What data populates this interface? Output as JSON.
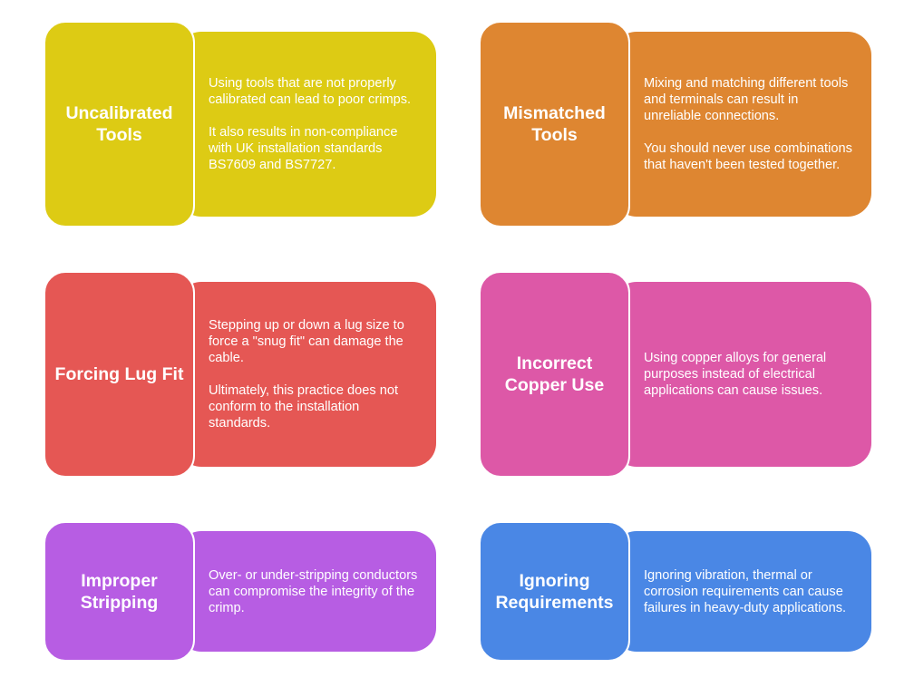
{
  "cards": [
    {
      "title": "Uncalibrated Tools",
      "lines": [
        "Using tools that are not properly calibrated can lead to poor crimps.",
        "It also results in non-compliance with UK installation standards BS7609 and BS7727."
      ],
      "color": "#DDCB14"
    },
    {
      "title": "Mismatched Tools",
      "lines": [
        "Mixing and matching different tools and terminals can result in unreliable connections.",
        "You should never use combinations that haven't been tested together."
      ],
      "color": "#DE8631"
    },
    {
      "title": "Forcing Lug Fit",
      "lines": [
        "Stepping up or down a lug size to force a \"snug fit\" can damage the cable.",
        "Ultimately, this practice does not conform to the installation standards."
      ],
      "color": "#E55754"
    },
    {
      "title": "Incorrect Copper Use",
      "lines": [
        "Using copper alloys for general purposes instead of electrical applications can cause issues."
      ],
      "color": "#DD58A7"
    },
    {
      "title": "Improper Stripping",
      "lines": [
        "Over- or under-stripping conductors can compromise the integrity of the crimp."
      ],
      "color": "#B75DE3"
    },
    {
      "title": "Ignoring Requirements",
      "lines": [
        "Ignoring vibration, thermal or corrosion requirements can cause failures in heavy-duty applications."
      ],
      "color": "#4A87E5"
    }
  ]
}
